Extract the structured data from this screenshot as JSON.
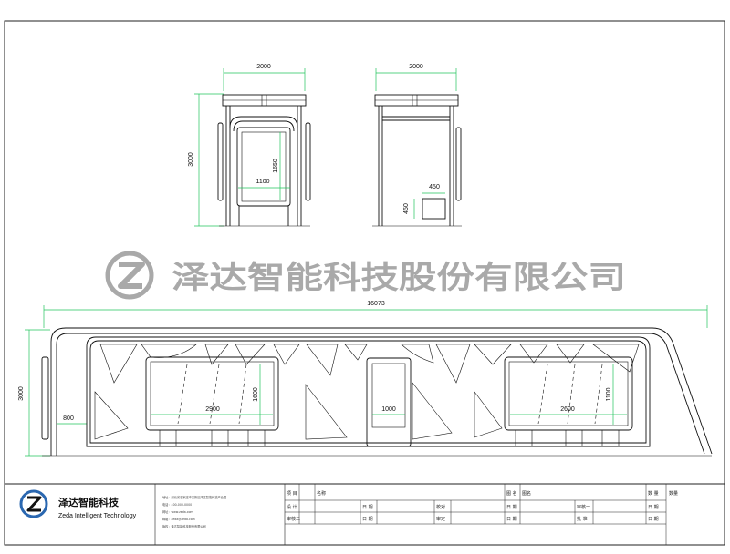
{
  "dimensions": {
    "front_width": "2000",
    "front_height": "3000",
    "front_panel_height": "1650",
    "front_panel_width": "1100",
    "side_width": "2000",
    "bin_width": "450",
    "bin_height": "450",
    "long_length": "16073",
    "long_height": "3000",
    "bench_height": "800",
    "board_left_width": "2900",
    "board_left_height": "1600",
    "board_mid_width": "1000",
    "board_right_width": "2600",
    "board_right_height": "1100"
  },
  "watermark": {
    "company": "泽达智能科技股份有限公司"
  },
  "title_block": {
    "logo_cn": "泽达智能科技",
    "logo_en": "Zeda Intelligent Technology",
    "contact_lines": [
      "地址：河北省石家庄市高新区泽达智能科技产业园",
      "电话：400-000-0000",
      "网址：www.zeda.com",
      "邮箱：zeda@zeda.com",
      "版权：泽达智能科技股份有限公司"
    ],
    "cells": {
      "project": "项 目",
      "name": "名称",
      "drawing_name": "图 名",
      "drawing_value": "图名",
      "quantity": "数 量",
      "quantity_value": "数量",
      "design": "设 计",
      "date1": "日 期",
      "check": "校对",
      "date2": "日 期",
      "review1": "审核一",
      "date3": "日 期",
      "review2": "审核二",
      "date4": "日 期",
      "approve": "审定",
      "date5": "日 期",
      "ratify": "批 准",
      "date6": "日 期"
    }
  }
}
